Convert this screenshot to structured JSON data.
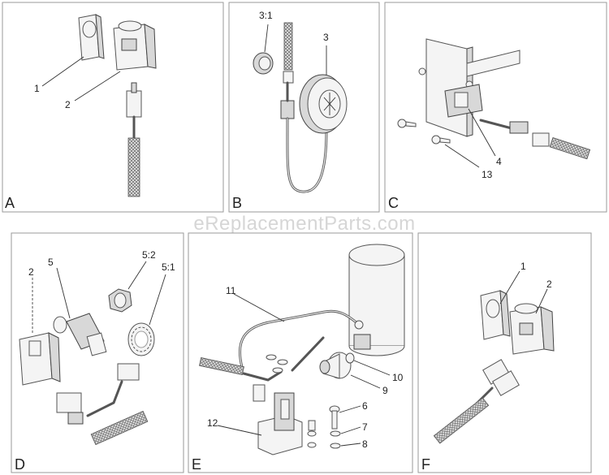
{
  "watermark": "eReplacementParts.com",
  "panels": [
    {
      "letter": "A",
      "callouts": [
        "1",
        "2"
      ]
    },
    {
      "letter": "B",
      "callouts": [
        "3:1",
        "3"
      ]
    },
    {
      "letter": "C",
      "callouts": [
        "4",
        "13"
      ]
    },
    {
      "letter": "D",
      "callouts": [
        "2",
        "5",
        "5:2",
        "5:1"
      ]
    },
    {
      "letter": "E",
      "callouts": [
        "11",
        "10",
        "9",
        "6",
        "7",
        "8",
        "12"
      ]
    },
    {
      "letter": "F",
      "callouts": [
        "1",
        "2"
      ]
    }
  ]
}
